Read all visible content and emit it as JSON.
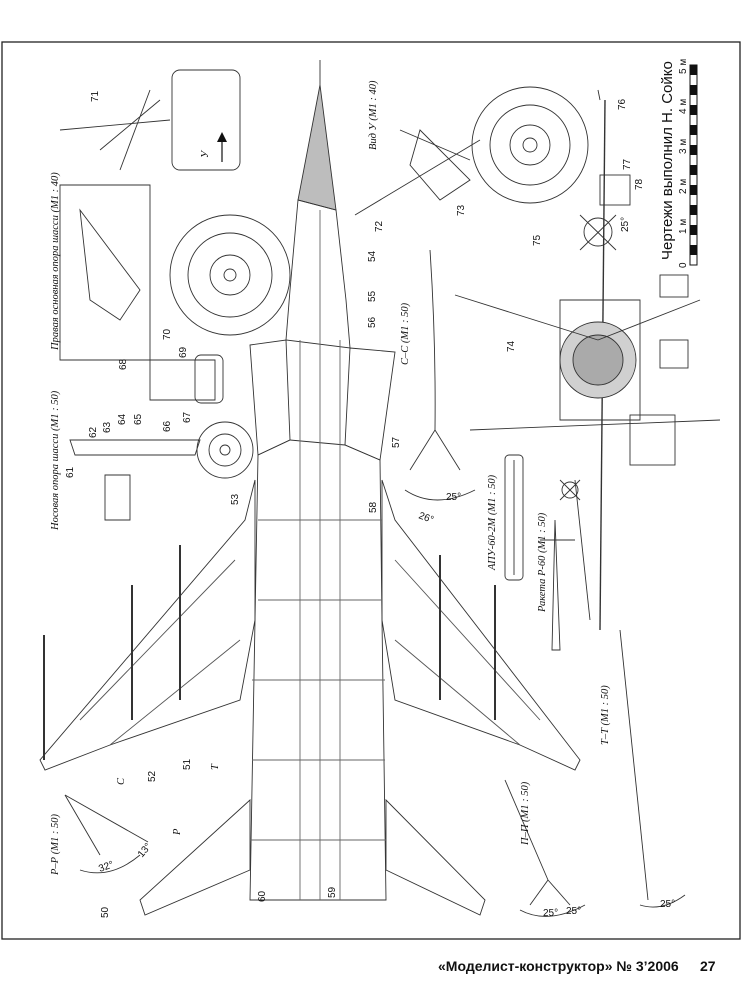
{
  "credit": "Чертежи выполнил Н. Сойко",
  "scale_ticks": [
    "0",
    "1 м",
    "2 м",
    "3 м",
    "4 м",
    "5 м"
  ],
  "views": {
    "nose_gear": "Носовая опора шасси (М1 : 50)",
    "main_gear": "Правая основная опора шасси (М1 : 40)",
    "view_u": "Вид У (М1 : 40)",
    "arrow_u": "У",
    "section_cc": "С–С (М1 : 50)",
    "apu": "АПУ-60-2М (М1 : 50)",
    "missile": "Ракета Р-60 (М1 : 50)",
    "section_rr": "Р–Р (М1 : 50)",
    "section_pp": "П–П (М1 : 50)",
    "section_tt": "Т–Т (М1 : 50)"
  },
  "section_marks": {
    "r": "Р",
    "c": "С",
    "t": "Т"
  },
  "angles": {
    "a25_cc": "25°",
    "a26_cc": "26°",
    "a32_rr": "32°",
    "a13_rr": "13°",
    "a25a_pp": "25°",
    "a25b_pp": "25°",
    "a25_tt": "25°",
    "a25_front": "25°"
  },
  "callouts": {
    "n50": "50",
    "n51": "51",
    "n52": "52",
    "n53": "53",
    "n54": "54",
    "n55": "55",
    "n56": "56",
    "n57": "57",
    "n58": "58",
    "n59": "59",
    "n60": "60",
    "n61": "61",
    "n62": "62",
    "n63": "63",
    "n64": "64",
    "n65": "65",
    "n66": "66",
    "n67": "67",
    "n68": "68",
    "n69": "69",
    "n70": "70",
    "n71": "71",
    "n72": "72",
    "n73": "73",
    "n74": "74",
    "n75": "75",
    "n76": "76",
    "n77": "77",
    "n78": "78"
  },
  "footer": {
    "magazine": "«Моделист-конструктор» № 3’2006",
    "page": "27"
  }
}
